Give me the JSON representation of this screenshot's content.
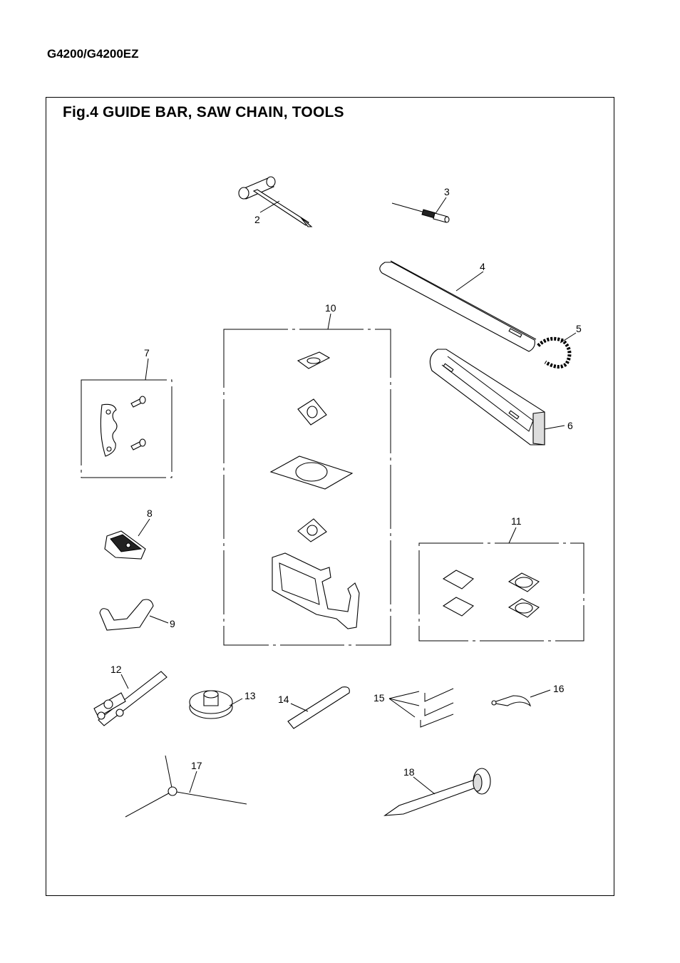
{
  "header": {
    "model": "G4200/G4200EZ"
  },
  "figure": {
    "title": "Fig.4  GUIDE BAR, SAW CHAIN, TOOLS"
  },
  "callouts": {
    "n2": "2",
    "n3": "3",
    "n4": "4",
    "n5": "5",
    "n6": "6",
    "n7": "7",
    "n8": "8",
    "n9": "9",
    "n10": "10",
    "n11": "11",
    "n12": "12",
    "n13": "13",
    "n14": "14",
    "n15": "15",
    "n16": "16",
    "n17": "17",
    "n18": "18"
  }
}
